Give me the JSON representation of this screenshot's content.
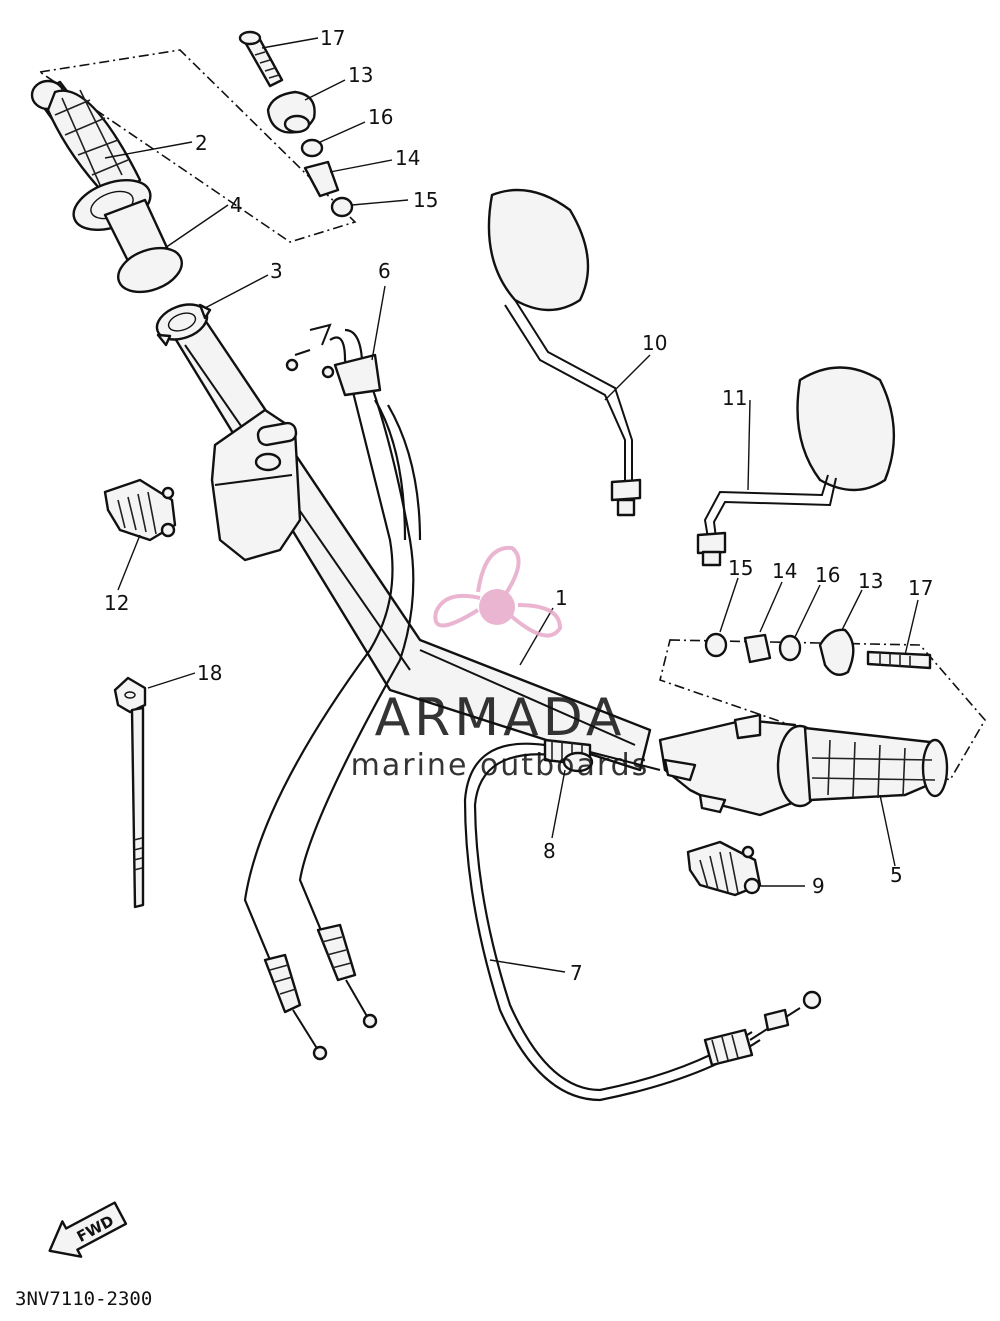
{
  "diagram": {
    "code": "3NV7110-2300",
    "fwd_label": "FWD",
    "callouts": [
      {
        "id": "17a",
        "text": "17"
      },
      {
        "id": "13a",
        "text": "13"
      },
      {
        "id": "16a",
        "text": "16"
      },
      {
        "id": "14a",
        "text": "14"
      },
      {
        "id": "15a",
        "text": "15"
      },
      {
        "id": "2",
        "text": "2"
      },
      {
        "id": "4",
        "text": "4"
      },
      {
        "id": "3",
        "text": "3"
      },
      {
        "id": "6",
        "text": "6"
      },
      {
        "id": "10",
        "text": "10"
      },
      {
        "id": "11",
        "text": "11"
      },
      {
        "id": "12",
        "text": "12"
      },
      {
        "id": "1",
        "text": "1"
      },
      {
        "id": "15b",
        "text": "15"
      },
      {
        "id": "14b",
        "text": "14"
      },
      {
        "id": "16b",
        "text": "16"
      },
      {
        "id": "13b",
        "text": "13"
      },
      {
        "id": "17b",
        "text": "17"
      },
      {
        "id": "18",
        "text": "18"
      },
      {
        "id": "8",
        "text": "8"
      },
      {
        "id": "5",
        "text": "5"
      },
      {
        "id": "9",
        "text": "9"
      },
      {
        "id": "7",
        "text": "7"
      }
    ]
  },
  "watermark": {
    "brand": "ARMADA",
    "tagline": "marine outboards",
    "color": "#e7a9c9"
  }
}
